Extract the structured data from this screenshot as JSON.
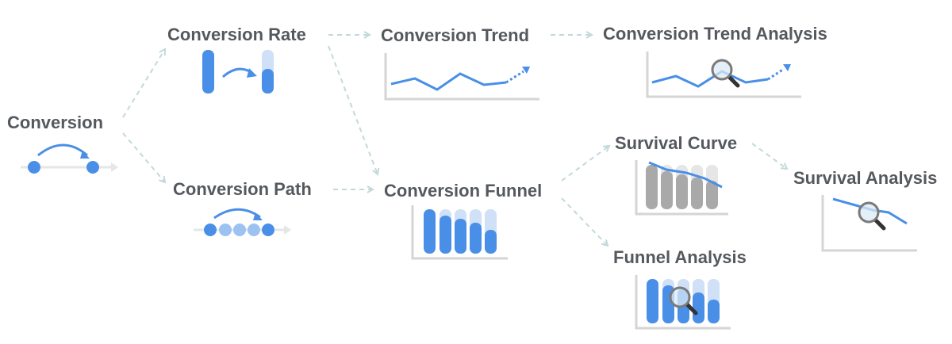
{
  "diagram": {
    "nodes": [
      {
        "id": "conversion",
        "label": "Conversion",
        "icon": "conversion-arrow-icon"
      },
      {
        "id": "conversion_rate",
        "label": "Conversion Rate",
        "icon": "conversion-rate-bars-icon"
      },
      {
        "id": "conversion_path",
        "label": "Conversion Path",
        "icon": "conversion-path-dots-icon"
      },
      {
        "id": "conversion_trend",
        "label": "Conversion Trend",
        "icon": "line-chart-icon"
      },
      {
        "id": "conversion_trend_analysis",
        "label": "Conversion Trend Analysis",
        "icon": "line-chart-magnifier-icon"
      },
      {
        "id": "conversion_funnel",
        "label": "Conversion Funnel",
        "icon": "funnel-bars-icon"
      },
      {
        "id": "survival_curve",
        "label": "Survival Curve",
        "icon": "survival-bars-icon"
      },
      {
        "id": "survival_analysis",
        "label": "Survival Analysis",
        "icon": "survival-line-magnifier-icon"
      },
      {
        "id": "funnel_analysis",
        "label": "Funnel Analysis",
        "icon": "funnel-bars-magnifier-icon"
      }
    ],
    "edges": [
      {
        "from": "conversion",
        "to": "conversion_rate"
      },
      {
        "from": "conversion",
        "to": "conversion_path"
      },
      {
        "from": "conversion_rate",
        "to": "conversion_trend"
      },
      {
        "from": "conversion_rate",
        "to": "conversion_funnel"
      },
      {
        "from": "conversion_trend",
        "to": "conversion_trend_analysis"
      },
      {
        "from": "conversion_path",
        "to": "conversion_funnel"
      },
      {
        "from": "conversion_funnel",
        "to": "survival_curve"
      },
      {
        "from": "conversion_funnel",
        "to": "funnel_analysis"
      },
      {
        "from": "survival_curve",
        "to": "survival_analysis"
      }
    ]
  },
  "colors": {
    "label": "#55595e",
    "blue": "#4a8fe7",
    "light_blue": "#cfe0f7",
    "mid_blue": "#9cc2f2",
    "gray_bar": "#a9a9a9",
    "light_gray": "#e6e6e6",
    "axis": "#d5d5d5",
    "edge": "#c3d9d9"
  }
}
